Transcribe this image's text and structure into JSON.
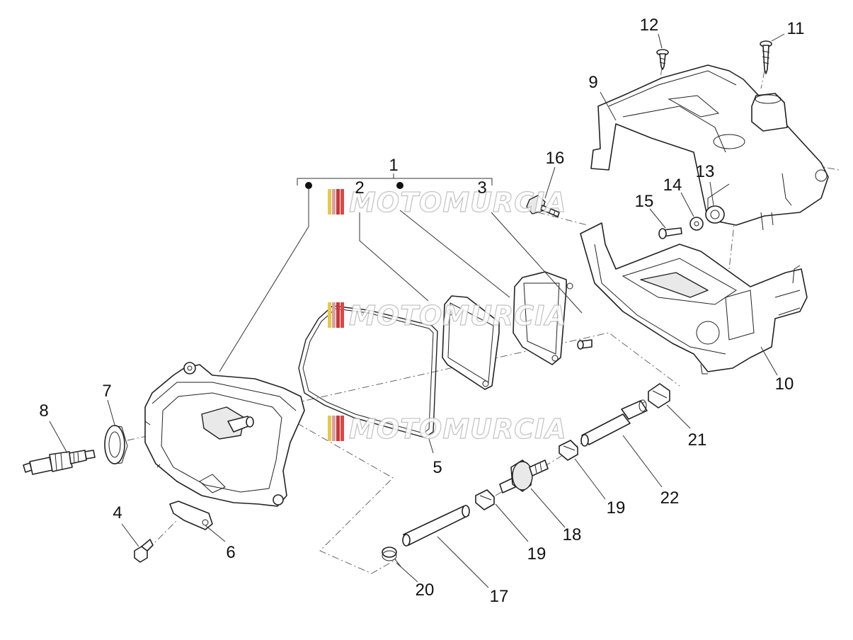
{
  "callouts": {
    "c1": "1",
    "c2": "2",
    "c3": "3",
    "c4": "4",
    "c5": "5",
    "c6": "6",
    "c7": "7",
    "c8": "8",
    "c9": "9",
    "c10": "10",
    "c11": "11",
    "c12": "12",
    "c13": "13",
    "c14": "14",
    "c15": "15",
    "c16": "16",
    "c17": "17",
    "c18": "18",
    "c19a": "19",
    "c19b": "19",
    "c20": "20",
    "c21": "21",
    "c22": "22"
  },
  "watermark": {
    "text": "MOTOMURCIA",
    "stripe_colors": [
      "#e8c84a",
      "#d9a1a1",
      "#c23a3a",
      "#e04545"
    ]
  }
}
